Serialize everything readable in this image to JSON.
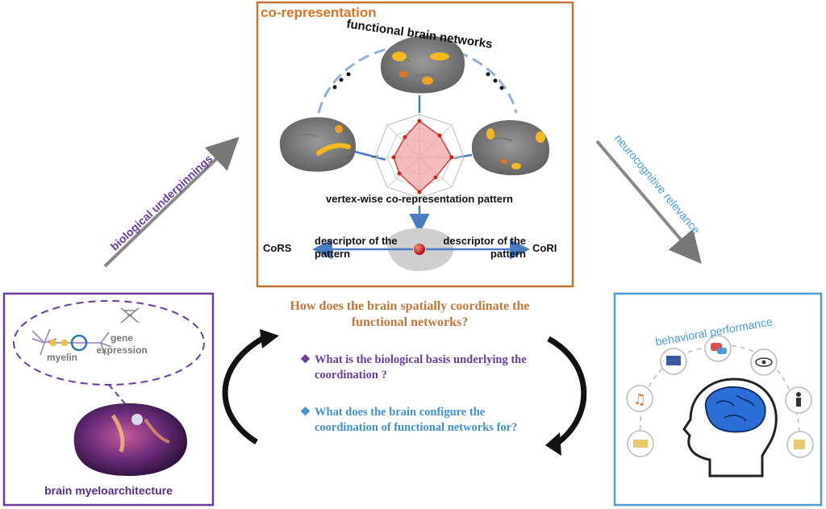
{
  "co_representation": {
    "title": "co-representation",
    "networks_label": "functional brain networks",
    "pattern_label": "vertex-wise co-representation pattern",
    "left_descriptor": "descriptor of the pattern",
    "right_descriptor": "descriptor of the pattern",
    "cors": "CoRS",
    "cori": "CoRI",
    "dots_left": "...",
    "dots_right": "..."
  },
  "arrows": {
    "left_label": "biological underpinnings",
    "right_label": "neurocognitive relevance"
  },
  "center": {
    "question": "How does the brain spatially coordinate the functional networks?",
    "sub1": "What is the biological basis underlying the coordination ?",
    "sub2": "What does the brain configure the coordination of functional networks for?"
  },
  "myelo": {
    "myelin": "myelin",
    "gene": "gene expression",
    "label": "brain myeloarchitecture"
  },
  "behavior": {
    "title": "behavioral performance"
  },
  "colors": {
    "orange_border": "#c0763a",
    "purple": "#6b3d9a",
    "blue": "#4a9bd6",
    "title_orange": "#d97324"
  }
}
